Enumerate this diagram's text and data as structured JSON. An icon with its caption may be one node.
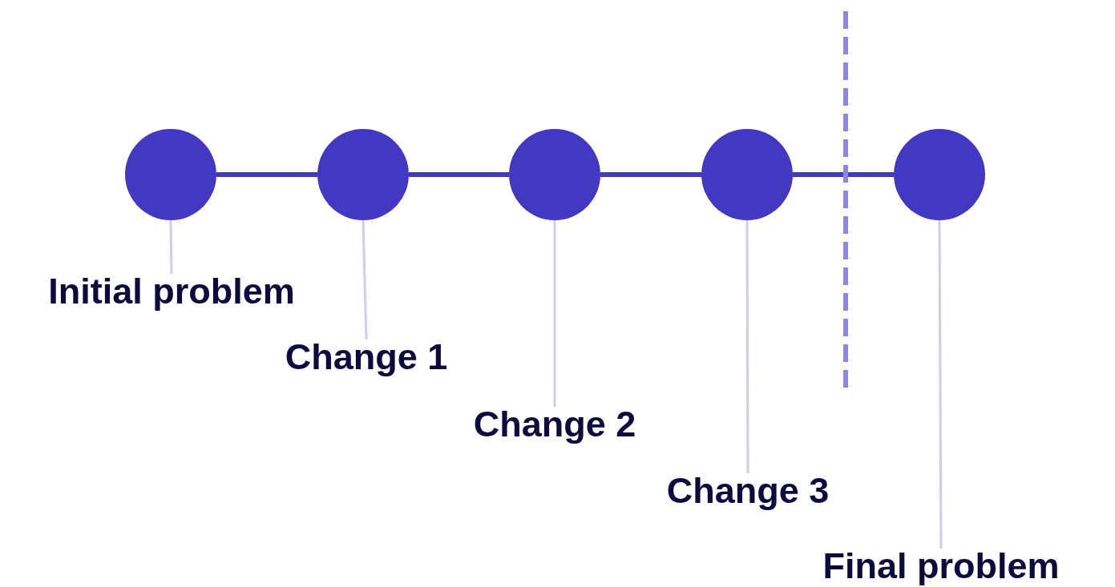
{
  "diagram": {
    "nodes": [
      {
        "text": [],
        "shape": "circle"
      },
      {
        "text": [],
        "shape": "circle"
      },
      {
        "text": [],
        "shape": "circle"
      },
      {
        "text": [],
        "shape": "circle"
      },
      {
        "text": [],
        "shape": "circle"
      },
      {
        "text": [
          "Initial problem"
        ]
      },
      {
        "text": [
          "Change 1"
        ]
      },
      {
        "text": [
          "Change 2"
        ]
      },
      {
        "text": [
          "Change 3"
        ]
      },
      {
        "text": [
          "Final problem"
        ]
      }
    ],
    "edges": [
      {
        "from": 0,
        "to": 1,
        "arrow": "none",
        "style": "thick",
        "color": "#4338c2"
      },
      {
        "from": 1,
        "to": 2,
        "arrow": "none",
        "style": "thick",
        "color": "#4338c2"
      },
      {
        "from": 2,
        "to": 3,
        "arrow": "none",
        "style": "thick",
        "color": "#4338c2"
      },
      {
        "from": 3,
        "to": 4,
        "arrow": "none",
        "style": "thick",
        "color": "#4338c2"
      },
      {
        "from": 5,
        "to": 0,
        "arrow": "none"
      },
      {
        "from": 6,
        "to": 1,
        "arrow": "none"
      },
      {
        "from": 7,
        "to": 2,
        "arrow": "none"
      },
      {
        "from": 8,
        "to": 3,
        "arrow": "none"
      },
      {
        "from": 9,
        "to": 4,
        "arrow": "none"
      }
    ]
  }
}
